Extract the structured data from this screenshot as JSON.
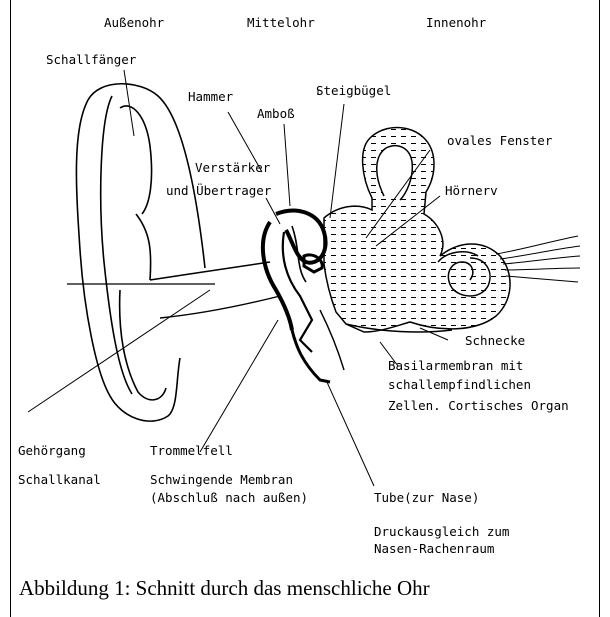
{
  "labels": {
    "aussenohr": "Außenohr",
    "mittelohr": "Mittelohr",
    "innenohr": "Innenohr",
    "schallfaenger": "Schallfänger",
    "hammer": "Hammer",
    "steigbuegel": "Steigbügel",
    "amboss": "Amboß",
    "ovales_fenster": "ovales Fenster",
    "verstaerker_1": "Verstärker",
    "verstaerker_2": "und Übertrager",
    "hoernerv": "Hörnerv",
    "schnecke": "Schnecke",
    "basilar_1": "Basilarmembran mit",
    "basilar_2": "schallempfindlichen",
    "basilar_3": "Zellen. Cortisches Organ",
    "gehoergang": "Gehörgang",
    "trommelfell": "Trommelfell",
    "schallkanal": "Schallkanal",
    "membran_1": "Schwingende Membran",
    "membran_2": "(Abschluß nach außen)",
    "tube": "Tube(zur Nase)",
    "druck_1": "Druckausgleich zum",
    "druck_2": "Nasen-Rachenraum"
  },
  "caption": "Abbildung 1: Schnitt durch das menschliche Ohr"
}
